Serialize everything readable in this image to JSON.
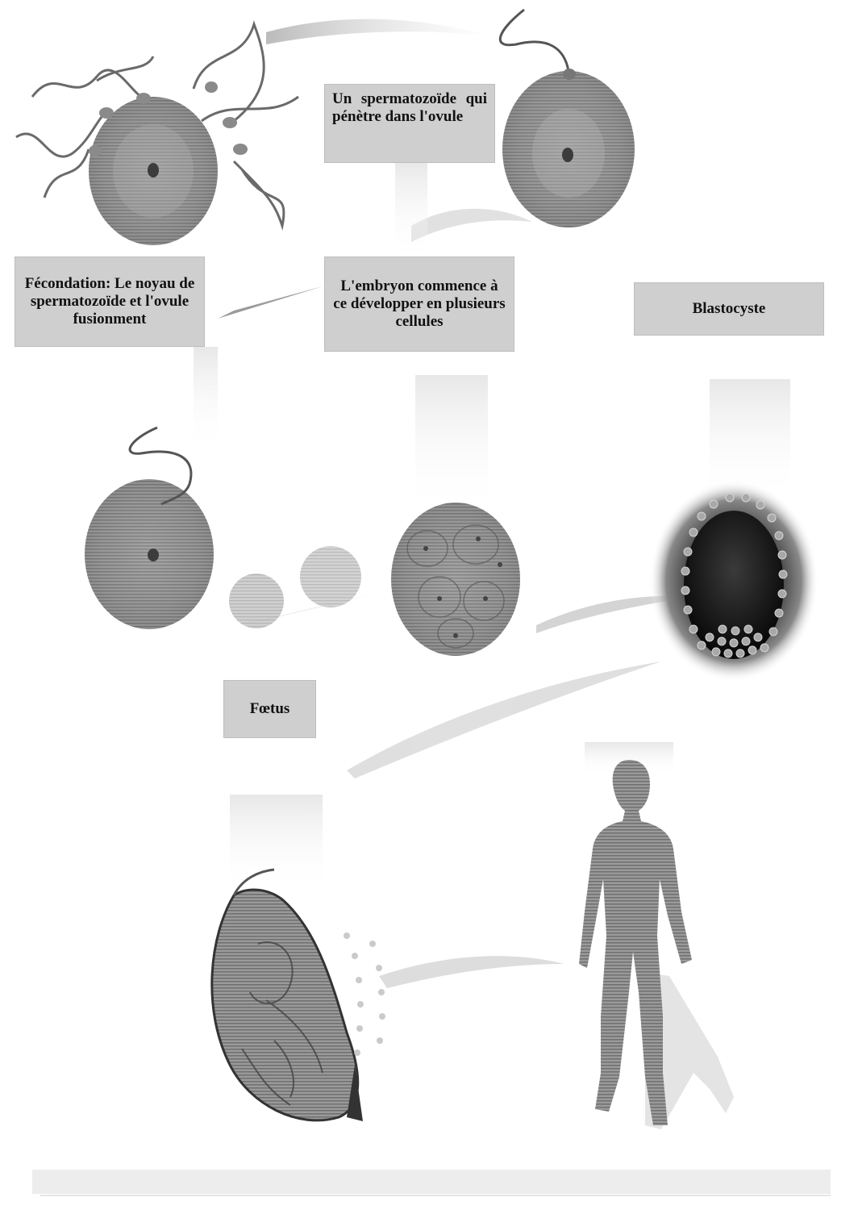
{
  "labels": {
    "spermatozoide_penetre": "Un spermatozoïde qui pénètre dans l'ovule",
    "fecondation": "Fécondation: Le noyau de spermatozoïde et l'ovule fusionment",
    "embryon": "L'embryon commence à ce développer en plusieurs cellules",
    "blastocyste": "Blastocyste",
    "foetus": "Fœtus"
  },
  "colors": {
    "label_bg": "#cfcfcf",
    "stipple": "#5a5a5a",
    "dark_stipple": "#2a2a2a",
    "background": "#ffffff"
  }
}
